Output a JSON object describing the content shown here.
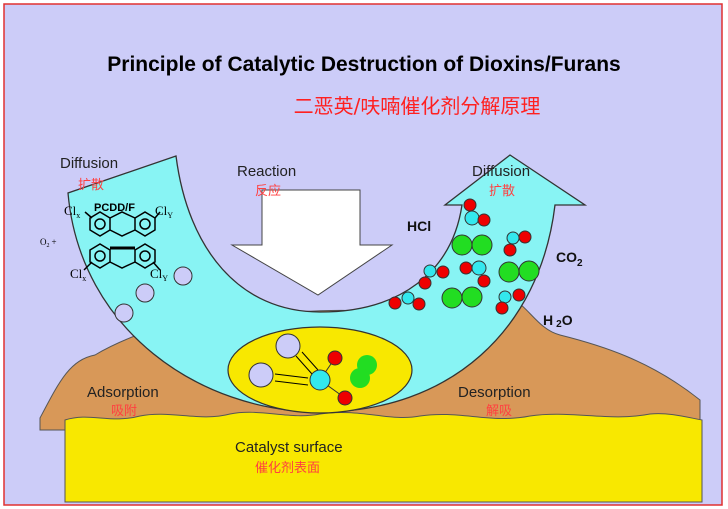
{
  "title": "Principle of Catalytic Destruction of Dioxins/Furans",
  "subtitle_cn": "二恶英/呋喃催化剂分解原理",
  "labels": {
    "diffusion_left": "Diffusion",
    "diffusion_left_cn": "扩散",
    "reaction": "Reaction",
    "reaction_cn": "反应",
    "diffusion_right": "Diffusion",
    "diffusion_right_cn": "扩散",
    "adsorption": "Adsorption",
    "adsorption_cn": "吸附",
    "desorption": "Desorption",
    "desorption_cn": "解吸",
    "catalyst": "Catalyst surface",
    "catalyst_cn": "催化剂表面"
  },
  "molecule": {
    "name": "PCDD/F",
    "clx": "Cl",
    "x_sub": "x",
    "cly": "Cl",
    "y_sub": "Y",
    "o2": "O",
    "o2_sub": "2",
    "plus": "+"
  },
  "products": {
    "hcl": "HCl",
    "co2": "CO",
    "co2_sub": "2",
    "h2o_h": "H",
    "h2o_sub": "2",
    "h2o_o": "O"
  },
  "colors": {
    "background": "#ccccf8",
    "frame": "#e03030",
    "arrow": "#88f4f4",
    "catalyst": "#f8e800",
    "ground": "#d89858",
    "cn_text": "#ff2020",
    "oxygen": "#ee0000",
    "carbon_cl": "#33e8ee",
    "green": "#22dd22"
  }
}
